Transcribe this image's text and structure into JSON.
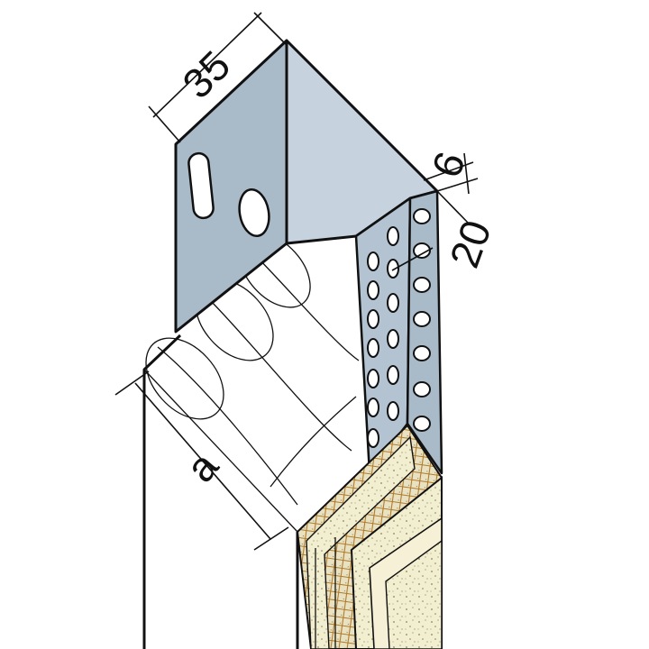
{
  "dimensions": {
    "flange_width": "35",
    "nose_depth": "6",
    "return_width": "20",
    "insulation_thickness": "a"
  },
  "colors": {
    "metal_face": "#a9bac9",
    "metal_face_light": "#c6d2dd",
    "metal_edge": "#8fa2b4",
    "render_coat": "#f2eed0",
    "render_speckle": "#8a7f5a",
    "mesh": "#b07a2a",
    "outline": "#111111"
  },
  "icons": [
    "slot-hole-icon",
    "round-hole-icon",
    "perforation-icon"
  ]
}
